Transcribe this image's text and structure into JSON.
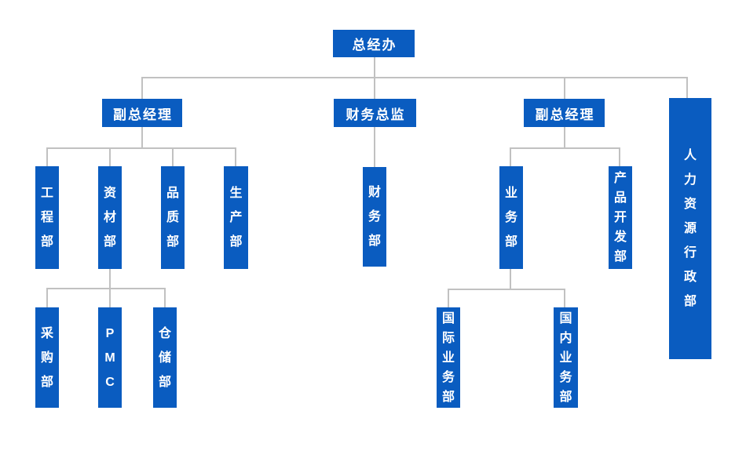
{
  "colors": {
    "box": "#0A5CC0",
    "text": "#FFFFFF",
    "line": "#C1C1C1",
    "background": "#FFFFFF"
  },
  "hierarchy": {
    "label": "总经办",
    "children": [
      {
        "label": "副总经理",
        "children": [
          {
            "label": "工程部"
          },
          {
            "label": "资材部",
            "children": [
              {
                "label": "采购部"
              },
              {
                "label": "PMC"
              },
              {
                "label": "仓储部"
              }
            ]
          },
          {
            "label": "品质部"
          },
          {
            "label": "生产部"
          }
        ]
      },
      {
        "label": "财务总监",
        "children": [
          {
            "label": "财务部"
          }
        ]
      },
      {
        "label": "副总经理",
        "children": [
          {
            "label": "业务部",
            "children": [
              {
                "label": "国际业务部"
              },
              {
                "label": "国内业务部"
              }
            ]
          },
          {
            "label": "产品开发部"
          }
        ]
      },
      {
        "label": "人力资源行政部"
      }
    ]
  }
}
